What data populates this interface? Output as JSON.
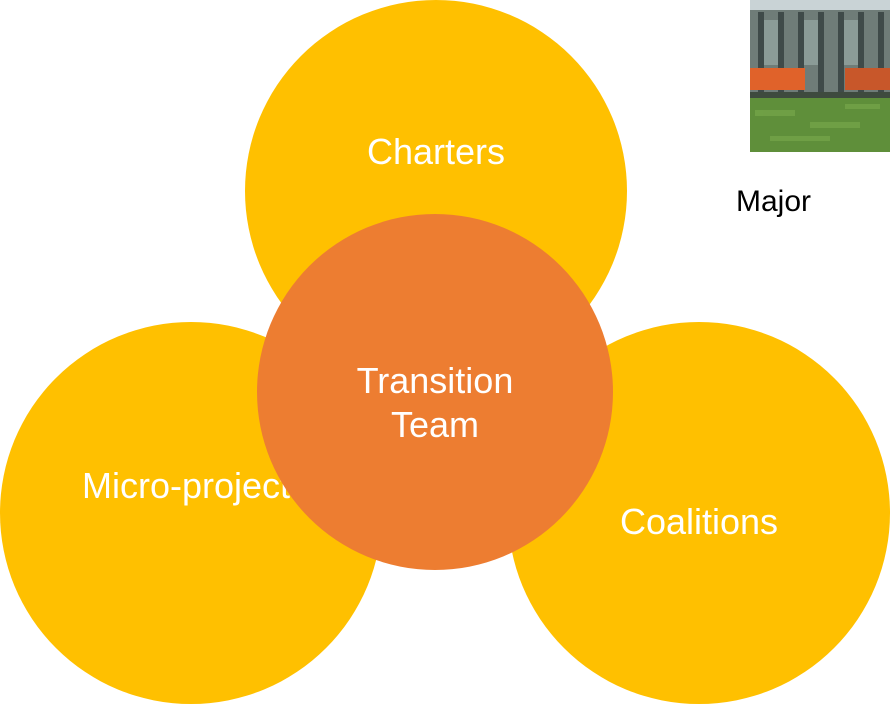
{
  "diagram": {
    "top_label": "Charters",
    "left_label": "Micro-projects",
    "right_label": "Coalitions",
    "center_label_line1": "Transition",
    "center_label_line2": "Team"
  },
  "side_panel": {
    "caption": "Major"
  },
  "colors": {
    "outer_circles": "#FFC000",
    "center_circle": "#ED7D31",
    "text": "#FFFFFF"
  }
}
